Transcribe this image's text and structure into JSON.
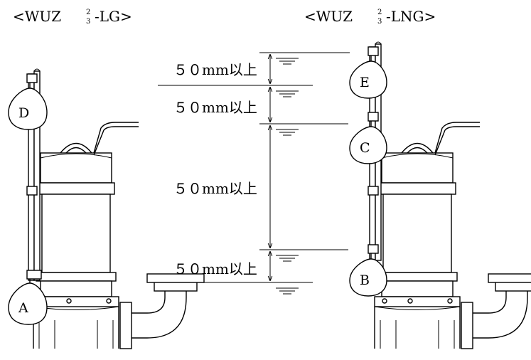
{
  "titles": {
    "left_prefix": "<WUZ",
    "left_suffix": "-LG>",
    "right_prefix": "<WUZ",
    "right_suffix": "-LNG>",
    "sup": "2",
    "sub": "3"
  },
  "dimensions": [
    {
      "label": "５０mm以上"
    },
    {
      "label": "５０mm以上"
    },
    {
      "label": "５０mm以上"
    },
    {
      "label": "５０mm以上"
    }
  ],
  "floats": {
    "left_top": "D",
    "left_bottom": "A",
    "right_top": "E",
    "right_mid": "C",
    "right_bottom": "B"
  }
}
